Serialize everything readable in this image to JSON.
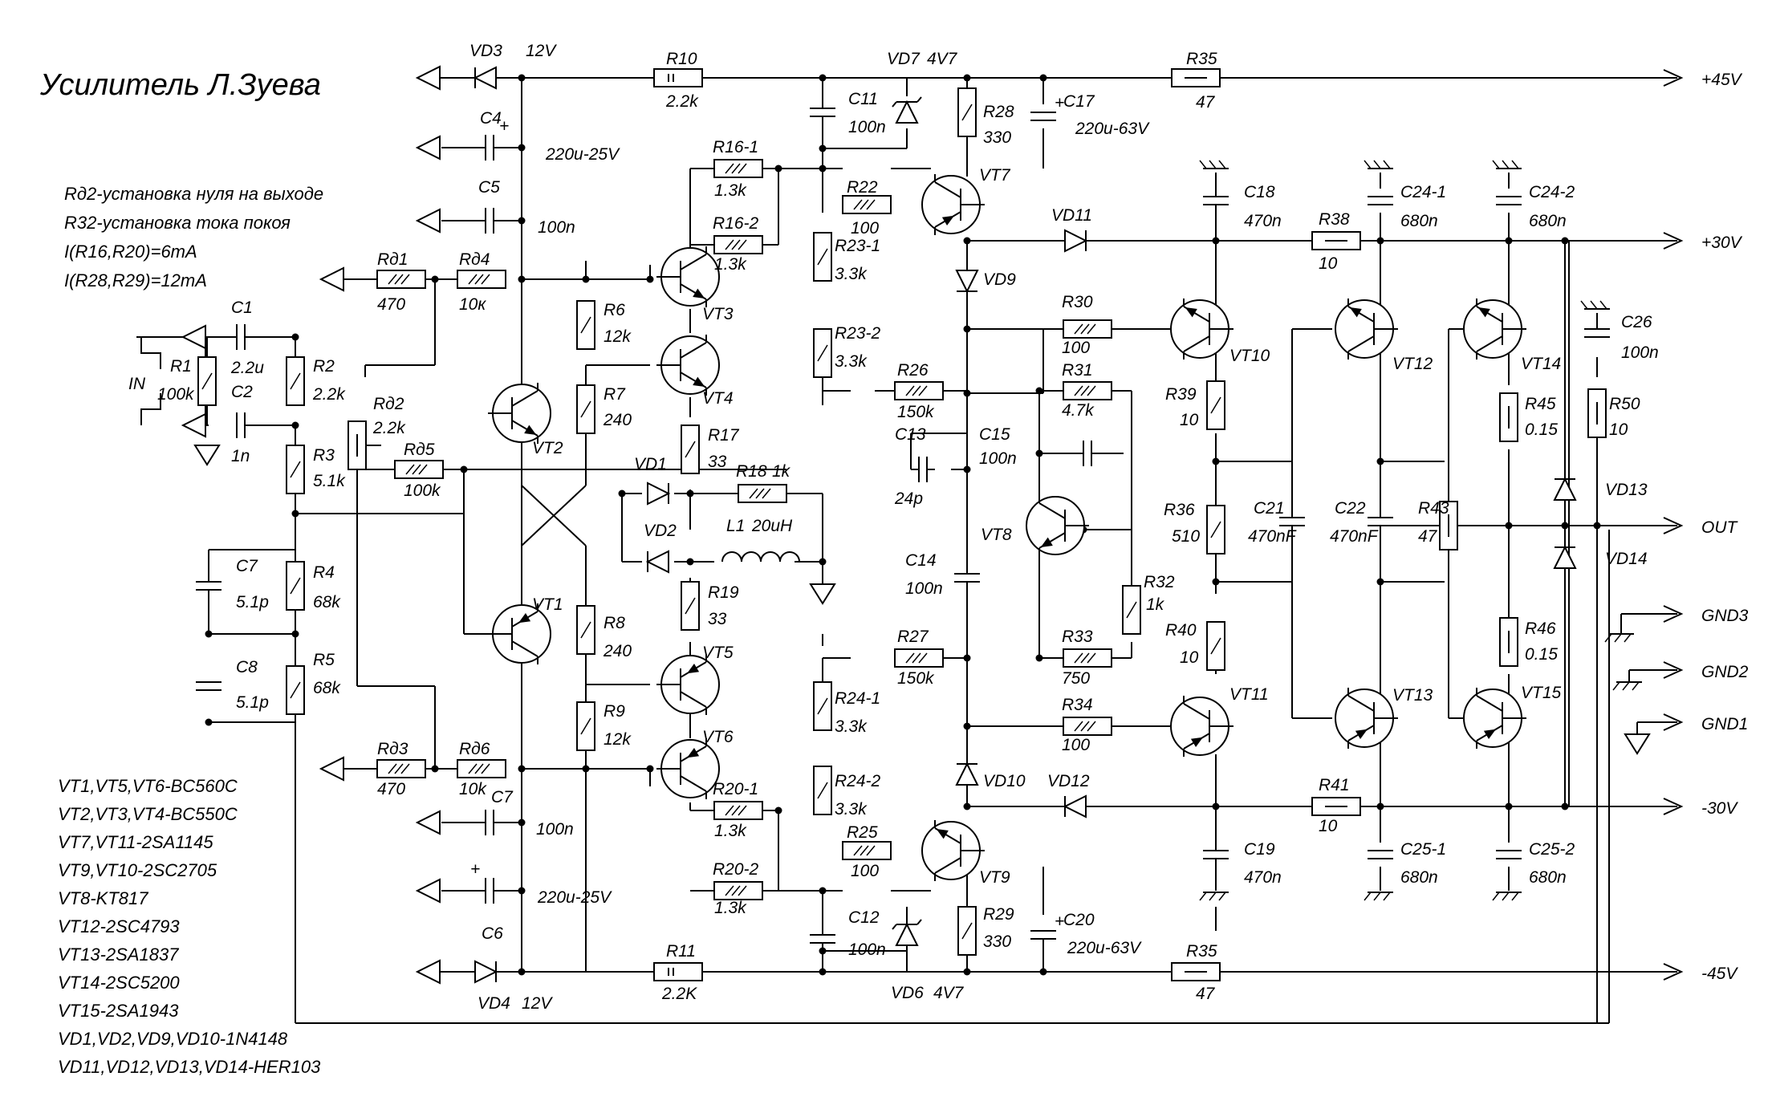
{
  "title": "Усилитель Л.Зуева",
  "notes": [
    "Rд2-установка нуля на выходе",
    "R32-установка тока покоя",
    "I(R16,R20)=6mA",
    "I(R28,R29)=12mA"
  ],
  "part_list": [
    "VT1,VT5,VT6-BC560C",
    "VT2,VT3,VT4-BC550C",
    "VT7,VT11-2SA1145",
    "VT9,VT10-2SC2705",
    "VT8-KT817",
    "VT12-2SC4793",
    "VT13-2SA1837",
    "VT14-2SC5200",
    "VT15-2SA1943",
    "VD1,VD2,VD9,VD10-1N4148",
    "VD11,VD12,VD13,VD14-HER103"
  ],
  "ports": {
    "in": "IN",
    "out": "OUT",
    "plus45": "+45V",
    "plus30": "+30V",
    "minus30": "-30V",
    "minus45": "-45V",
    "gnd1": "GND1",
    "gnd2": "GND2",
    "gnd3": "GND3"
  },
  "components": {
    "VD3": [
      "VD3",
      "12V"
    ],
    "VD4": [
      "VD4",
      "12V"
    ],
    "R10": [
      "R10",
      "2.2k"
    ],
    "R11": [
      "R11",
      "2.2K"
    ],
    "VD7": [
      "VD7",
      "4V7"
    ],
    "VD6": [
      "VD6",
      "4V7"
    ],
    "R35a": [
      "R35",
      "47"
    ],
    "R35b": [
      "R35",
      "47"
    ],
    "C4": [
      "C4",
      "220u-25V"
    ],
    "C5": [
      "C5",
      "100n"
    ],
    "C6": [
      "C6",
      "220u-25V"
    ],
    "C7b": [
      "C7",
      "100n"
    ],
    "C11": [
      "C11",
      "100n"
    ],
    "C12": [
      "C12",
      "100n"
    ],
    "C17": [
      "C17",
      "220u-63V"
    ],
    "C20": [
      "C20",
      "220u-63V"
    ],
    "R28": [
      "R28",
      "330"
    ],
    "R29": [
      "R29",
      "330"
    ],
    "R16_1": [
      "R16-1",
      "1.3k"
    ],
    "R16_2": [
      "R16-2",
      "1.3k"
    ],
    "R20_1": [
      "R20-1",
      "1.3k"
    ],
    "R20_2": [
      "R20-2",
      "1.3k"
    ],
    "R22": [
      "R22",
      "100"
    ],
    "R25": [
      "R25",
      "100"
    ],
    "VT7": [
      "VT7",
      ""
    ],
    "VT9": [
      "VT9",
      ""
    ],
    "VD11": [
      "VD11",
      ""
    ],
    "VD12": [
      "VD12",
      ""
    ],
    "VD9": [
      "VD9",
      ""
    ],
    "VD10": [
      "VD10",
      ""
    ],
    "Rd1": [
      "Rд1",
      "470"
    ],
    "Rd4": [
      "Rд4",
      "10к"
    ],
    "Rd3": [
      "Rд3",
      "470"
    ],
    "Rd6": [
      "Rд6",
      "10k"
    ],
    "Rd2": [
      "Rд2",
      "2.2k"
    ],
    "Rd5": [
      "Rд5",
      "100k"
    ],
    "C1": [
      "C1",
      "2.2u"
    ],
    "C2": [
      "C2",
      "1n"
    ],
    "R1": [
      "R1",
      "100k"
    ],
    "R2": [
      "R2",
      "2.2k"
    ],
    "R3": [
      "R3",
      "5.1k"
    ],
    "R4": [
      "R4",
      "68k"
    ],
    "R5": [
      "R5",
      "68k"
    ],
    "C7": [
      "C7",
      "5.1p"
    ],
    "C8": [
      "C8",
      "5.1p"
    ],
    "VT1": [
      "VT1",
      ""
    ],
    "VT2": [
      "VT2",
      ""
    ],
    "VT3": [
      "VT3",
      ""
    ],
    "VT4": [
      "VT4",
      ""
    ],
    "VT5": [
      "VT5",
      ""
    ],
    "VT6": [
      "VT6",
      ""
    ],
    "R6": [
      "R6",
      "12k"
    ],
    "R7": [
      "R7",
      "240"
    ],
    "R8": [
      "R8",
      "240"
    ],
    "R9": [
      "R9",
      "12k"
    ],
    "R17": [
      "R17",
      "33"
    ],
    "R19": [
      "R19",
      "33"
    ],
    "R18": [
      "R18",
      "1k"
    ],
    "L1": [
      "L1",
      "20uH"
    ],
    "VD1": [
      "VD1",
      ""
    ],
    "VD2": [
      "VD2",
      ""
    ],
    "R23_1": [
      "R23-1",
      "3.3k"
    ],
    "R23_2": [
      "R23-2",
      "3.3k"
    ],
    "R24_1": [
      "R24-1",
      "3.3k"
    ],
    "R24_2": [
      "R24-2",
      "3.3k"
    ],
    "R26": [
      "R26",
      "150k"
    ],
    "R27": [
      "R27",
      "150k"
    ],
    "C13": [
      "C13",
      "24p"
    ],
    "C14": [
      "C14",
      "100n"
    ],
    "C15": [
      "C15",
      "100n"
    ],
    "R31": [
      "R31",
      "4.7k"
    ],
    "R33": [
      "R33",
      "750"
    ],
    "R32": [
      "R32",
      "1k"
    ],
    "VT8": [
      "VT8",
      ""
    ],
    "R30": [
      "R30",
      "100"
    ],
    "R34": [
      "R34",
      "100"
    ],
    "VT10": [
      "VT10",
      ""
    ],
    "VT11": [
      "VT11",
      ""
    ],
    "R39": [
      "R39",
      "10"
    ],
    "R36": [
      "R36",
      "510"
    ],
    "R40": [
      "R40",
      "10"
    ],
    "C18": [
      "C18",
      "470n"
    ],
    "C19": [
      "C19",
      "470n"
    ],
    "C21": [
      "C21",
      "470nF"
    ],
    "C22": [
      "C22",
      "470nF"
    ],
    "R38": [
      "R38",
      "10"
    ],
    "R41": [
      "R41",
      "10"
    ],
    "C24_1": [
      "C24-1",
      "680n"
    ],
    "C24_2": [
      "C24-2",
      "680n"
    ],
    "C25_1": [
      "C25-1",
      "680n"
    ],
    "C25_2": [
      "C25-2",
      "680n"
    ],
    "VT12": [
      "VT12",
      ""
    ],
    "VT13": [
      "VT13",
      ""
    ],
    "VT14": [
      "VT14",
      ""
    ],
    "VT15": [
      "VT15",
      ""
    ],
    "R43": [
      "R43",
      "47"
    ],
    "R45": [
      "R45",
      "0.15"
    ],
    "R46": [
      "R46",
      "0.15"
    ],
    "R50": [
      "R50",
      "10"
    ],
    "C26": [
      "C26",
      "100n"
    ],
    "VD13": [
      "VD13",
      ""
    ],
    "VD14": [
      "VD14",
      ""
    ]
  }
}
